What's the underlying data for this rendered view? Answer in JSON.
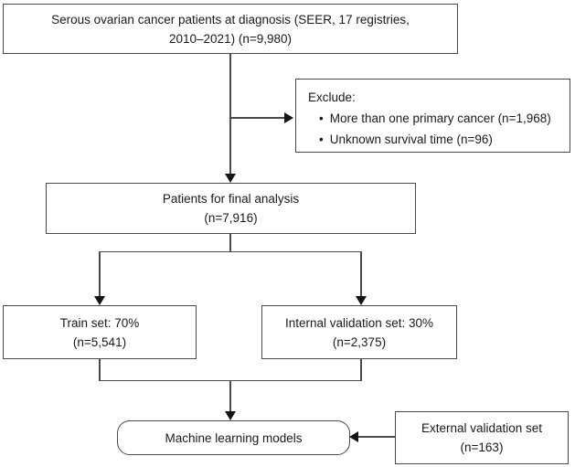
{
  "flowchart": {
    "source_box": {
      "line1": "Serous ovarian cancer patients at diagnosis (SEER, 17 registries,",
      "line2": "2010–2021) (n=9,980)"
    },
    "exclude_box": {
      "title": "Exclude:",
      "bullet": "•",
      "item1": "More than one primary cancer (n=1,968)",
      "item2": "Unknown survival time (n=96)"
    },
    "final_box": {
      "line1": "Patients for final analysis",
      "line2": "(n=7,916)"
    },
    "train_box": {
      "line1": "Train set: 70%",
      "line2": "(n=5,541)"
    },
    "internal_box": {
      "line1": "Internal validation set: 30%",
      "line2": "(n=2,375)"
    },
    "ml_box": {
      "label": "Machine learning models"
    },
    "external_box": {
      "line1": "External validation set",
      "line2": "(n=163)"
    },
    "colors": {
      "background": "#ffffff",
      "border": "#4a4a4a",
      "arrow": "#141414",
      "text": "#1a1a1a"
    }
  }
}
